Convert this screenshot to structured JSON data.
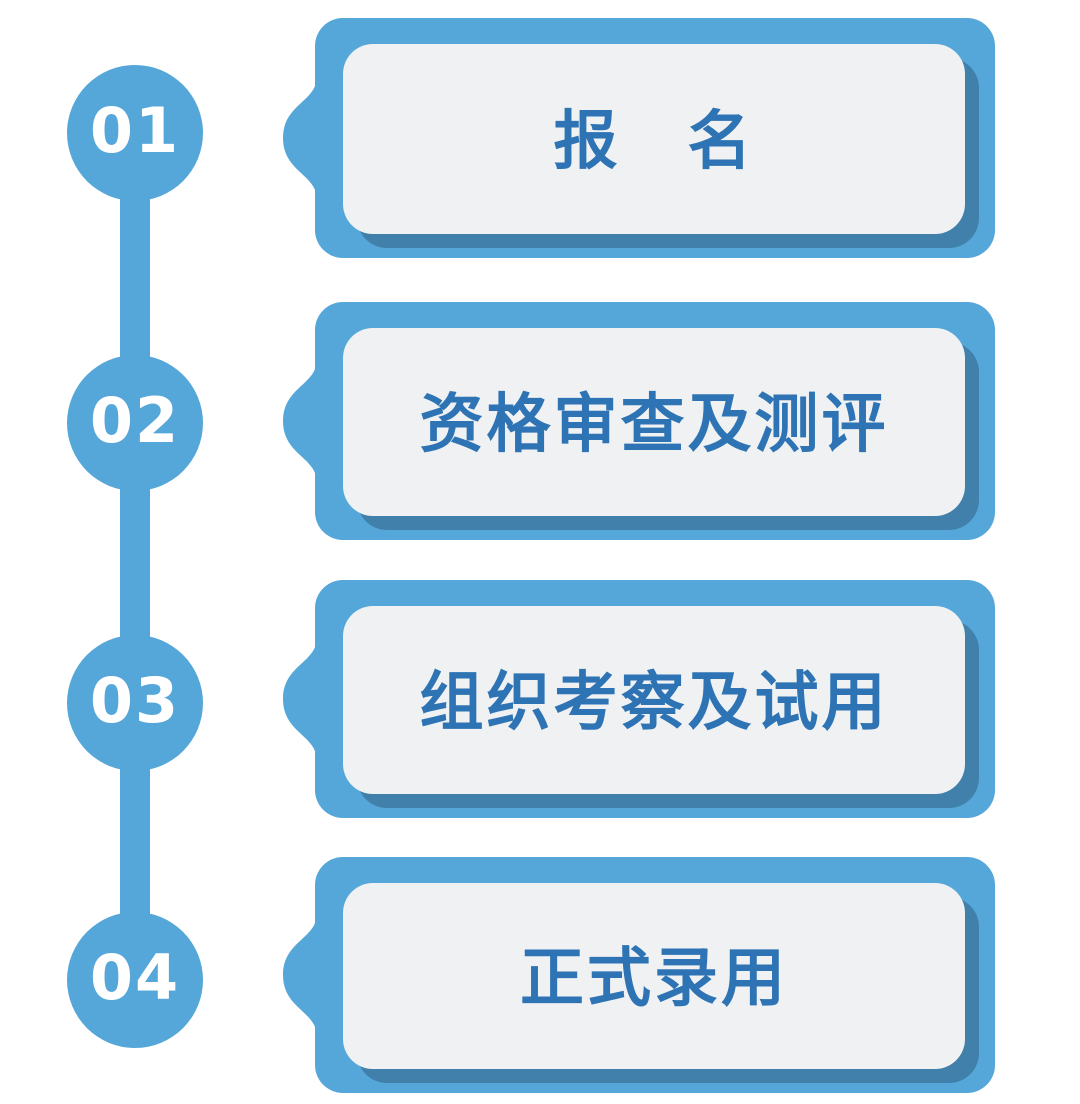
{
  "colors": {
    "accent": "#55a7d9",
    "shadow": "#4180aa",
    "panel": "#f0f1f2",
    "text": "#2e74b5",
    "number": "#ffffff",
    "background": "#ffffff"
  },
  "steps": [
    {
      "number": "01",
      "label": "报　名"
    },
    {
      "number": "02",
      "label": "资格审查及测评"
    },
    {
      "number": "03",
      "label": "组织考察及试用"
    },
    {
      "number": "04",
      "label": "正式录用"
    }
  ]
}
